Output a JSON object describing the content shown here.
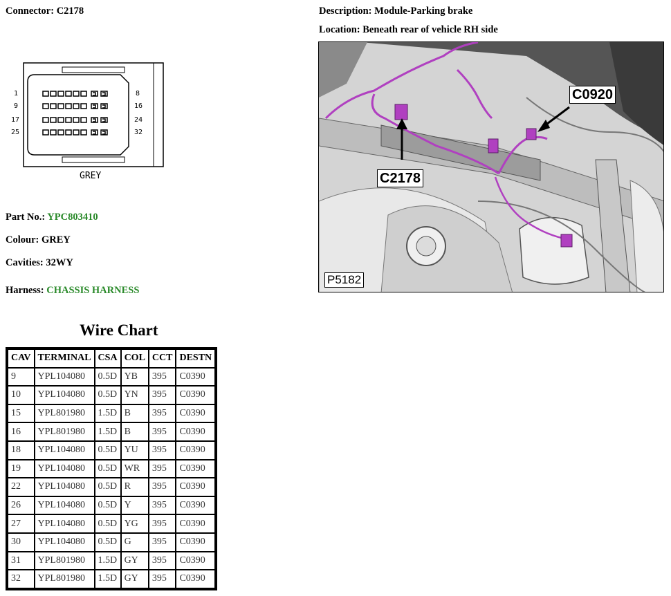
{
  "connector": {
    "label": "Connector:",
    "id": "C2178",
    "pin_labels": {
      "row1_left": "1",
      "row2_left": "9",
      "row3_left": "17",
      "row4_left": "25",
      "row1_right": "8",
      "row2_right": "16",
      "row3_right": "24",
      "row4_right": "32"
    },
    "caption": "GREY"
  },
  "description": {
    "label": "Description:",
    "value": "Module-Parking brake"
  },
  "location": {
    "label": "Location:",
    "value": "Beneath rear of vehicle RH side"
  },
  "part_no": {
    "label": "Part No.:",
    "value": "YPC803410"
  },
  "colour": {
    "label": "Colour:",
    "value": "GREY"
  },
  "cavities": {
    "label": "Cavities:",
    "value": "32WY"
  },
  "harness": {
    "label": "Harness:",
    "value": "CHASSIS HARNESS"
  },
  "photo": {
    "callout_1": "C0920",
    "callout_2": "C2178",
    "ref": "P5182"
  },
  "wire_chart": {
    "title": "Wire Chart",
    "headers": [
      "CAV",
      "TERMINAL",
      "CSA",
      "COL",
      "CCT",
      "DESTN"
    ],
    "rows": [
      [
        "9",
        "YPL104080",
        "0.5D",
        "YB",
        "395",
        "C0390"
      ],
      [
        "10",
        "YPL104080",
        "0.5D",
        "YN",
        "395",
        "C0390"
      ],
      [
        "15",
        "YPL801980",
        "1.5D",
        "B",
        "395",
        "C0390"
      ],
      [
        "16",
        "YPL801980",
        "1.5D",
        "B",
        "395",
        "C0390"
      ],
      [
        "18",
        "YPL104080",
        "0.5D",
        "YU",
        "395",
        "C0390"
      ],
      [
        "19",
        "YPL104080",
        "0.5D",
        "WR",
        "395",
        "C0390"
      ],
      [
        "22",
        "YPL104080",
        "0.5D",
        "R",
        "395",
        "C0390"
      ],
      [
        "26",
        "YPL104080",
        "0.5D",
        "Y",
        "395",
        "C0390"
      ],
      [
        "27",
        "YPL104080",
        "0.5D",
        "YG",
        "395",
        "C0390"
      ],
      [
        "30",
        "YPL104080",
        "0.5D",
        "G",
        "395",
        "C0390"
      ],
      [
        "31",
        "YPL801980",
        "1.5D",
        "GY",
        "395",
        "C0390"
      ],
      [
        "32",
        "YPL801980",
        "1.5D",
        "GY",
        "395",
        "C0390"
      ]
    ]
  },
  "colors": {
    "link_green": "#2a8a2a",
    "harness_magenta": "#b040c0"
  }
}
